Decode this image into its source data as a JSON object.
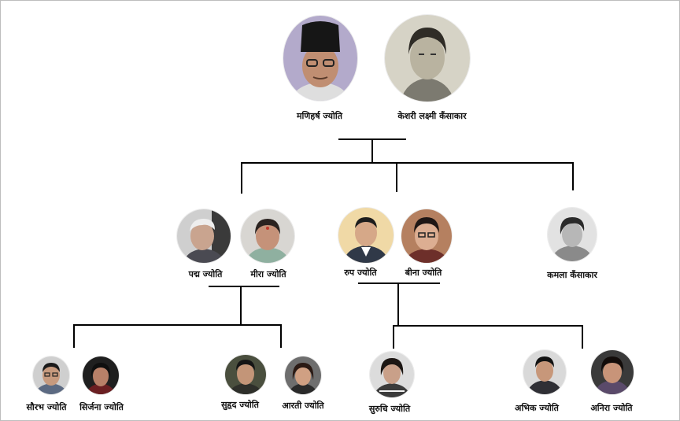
{
  "people": {
    "manihars": {
      "name": "मणिहर्ष ज्योति",
      "icon": "portrait-man-topi-icon"
    },
    "keshari": {
      "name": "केशरी लक्ष्मी कँसाकार",
      "icon": "portrait-woman-vintage-icon"
    },
    "padma": {
      "name": "पद्म ज्योति",
      "icon": "portrait-elderly-man-icon"
    },
    "meera": {
      "name": "मीरा ज्योति",
      "icon": "portrait-elderly-woman-icon"
    },
    "rup": {
      "name": "रुप ज्योति",
      "icon": "portrait-man-suit-icon"
    },
    "bina": {
      "name": "बीना ज्योति",
      "icon": "portrait-woman-glasses-icon"
    },
    "kamala": {
      "name": "कमला कँसाकार",
      "icon": "portrait-girl-vintage-icon"
    },
    "saurav": {
      "name": "सौरभ ज्योति",
      "icon": "portrait-man-glasses-icon"
    },
    "sirjana": {
      "name": "सिर्जना ज्योति",
      "icon": "portrait-woman-icon"
    },
    "suhrid": {
      "name": "सुहृद ज्योति",
      "icon": "portrait-man-icon"
    },
    "aarati": {
      "name": "आरती ज्योति",
      "icon": "portrait-woman-icon"
    },
    "suruchi": {
      "name": "सुरुचि ज्योति",
      "icon": "portrait-woman-icon"
    },
    "abhik": {
      "name": "अभिक ज्योति",
      "icon": "portrait-man-icon"
    },
    "anira": {
      "name": "अनिरा ज्योति",
      "icon": "portrait-woman-icon"
    }
  },
  "colors": {
    "line": "#000000",
    "background": "#ffffff",
    "text": "#111111"
  }
}
